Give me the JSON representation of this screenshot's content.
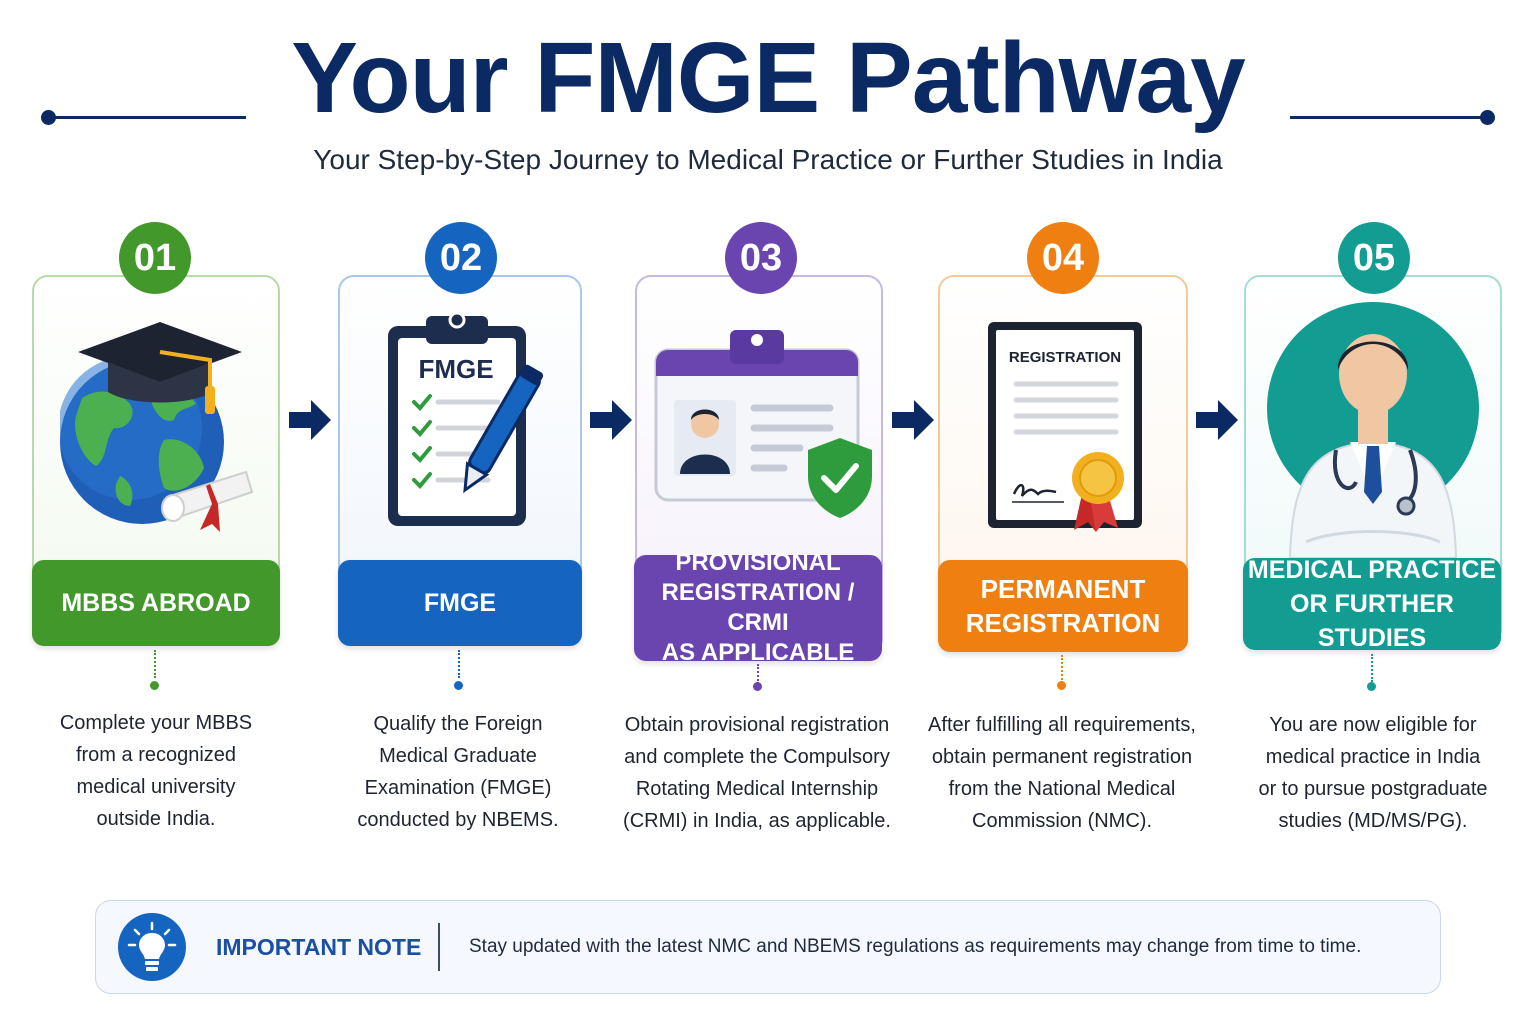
{
  "header": {
    "title": "Your FMGE Pathway",
    "subtitle": "Your Step-by-Step Journey to Medical Practice or Further Studies in India"
  },
  "colors": {
    "navy": "#0b2a63",
    "step1": "#43982b",
    "step2": "#1565c0",
    "step3": "#6a45b0",
    "step4": "#ef7f11",
    "step5": "#139c92"
  },
  "steps": [
    {
      "number": "01",
      "label_lines": [
        "MBBS ABROAD"
      ],
      "description_lines": [
        "Complete your MBBS",
        "from a recognized",
        "medical university",
        "outside India."
      ],
      "icon": "graduation-globe-icon"
    },
    {
      "number": "02",
      "label_lines": [
        "FMGE"
      ],
      "description_lines": [
        "Qualify the Foreign",
        "Medical Graduate",
        "Examination (FMGE)",
        "conducted by NBEMS."
      ],
      "icon": "exam-clipboard-icon",
      "illustration_text": "FMGE"
    },
    {
      "number": "03",
      "label_lines": [
        "PROVISIONAL",
        "REGISTRATION / CRMI",
        "AS APPLICABLE"
      ],
      "description_lines": [
        "Obtain provisional registration",
        "and complete the Compulsory",
        "Rotating Medical Internship",
        "(CRMI) in India, as applicable."
      ],
      "icon": "id-badge-shield-icon"
    },
    {
      "number": "04",
      "label_lines": [
        "PERMANENT",
        "REGISTRATION"
      ],
      "description_lines": [
        "After fulfilling all requirements,",
        "obtain permanent registration",
        "from the National Medical",
        "Commission (NMC)."
      ],
      "icon": "registration-certificate-icon",
      "illustration_text": "REGISTRATION"
    },
    {
      "number": "05",
      "label_lines": [
        "MEDICAL PRACTICE",
        "OR FURTHER STUDIES"
      ],
      "description_lines": [
        "You are now eligible for",
        "medical practice in India",
        "or to pursue postgraduate",
        "studies (MD/MS/PG)."
      ],
      "icon": "doctor-icon"
    }
  ],
  "note": {
    "icon": "lightbulb-icon",
    "title": "IMPORTANT NOTE",
    "text": "Stay updated with the latest NMC and NBEMS regulations as requirements may change from time to time."
  }
}
